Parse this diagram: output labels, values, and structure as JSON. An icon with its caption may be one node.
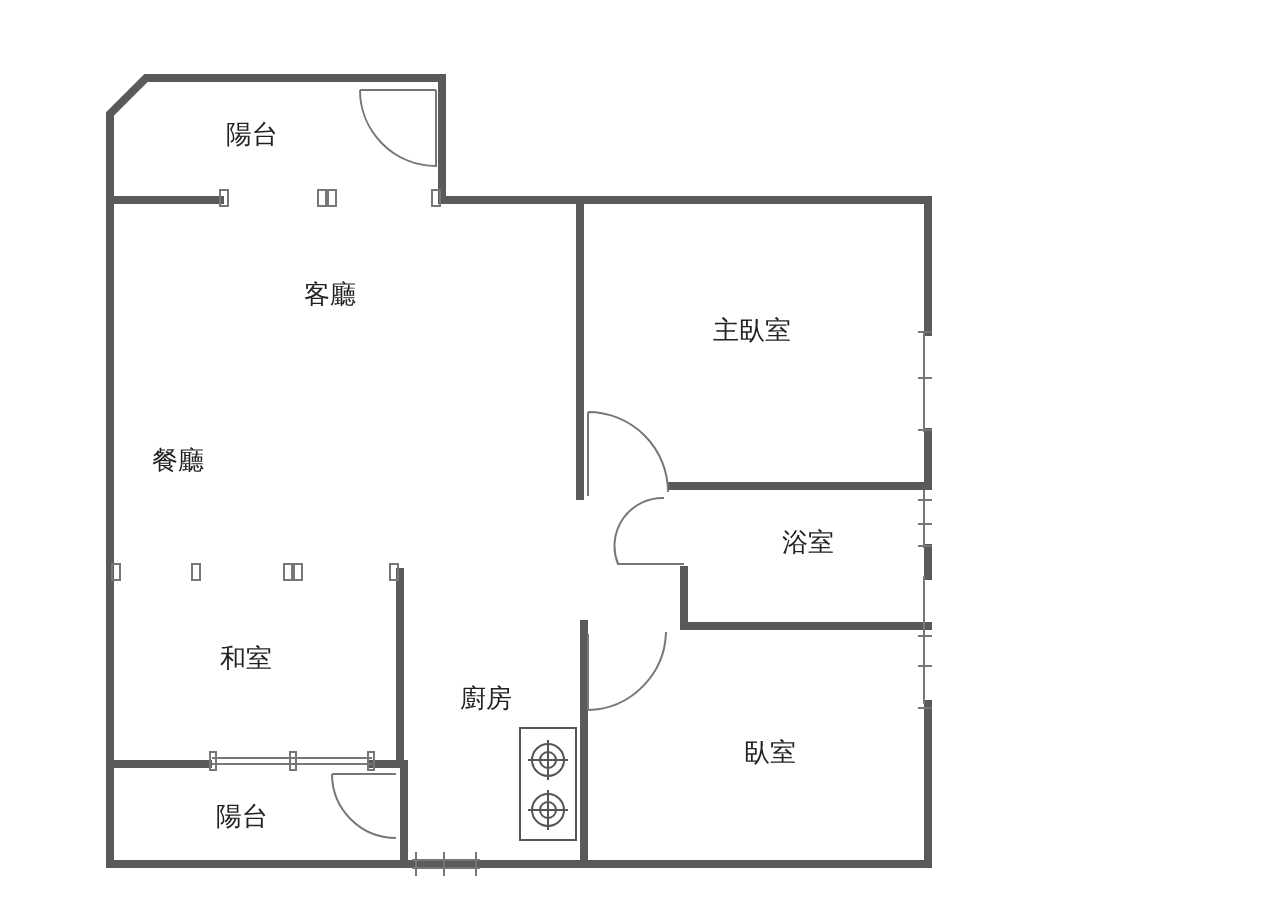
{
  "diagram": {
    "labels": [
      "陽台",
      "客廳",
      "主臥室",
      "餐廳",
      "浴室",
      "和室",
      "廚房",
      "臥室",
      "陽台"
    ]
  }
}
